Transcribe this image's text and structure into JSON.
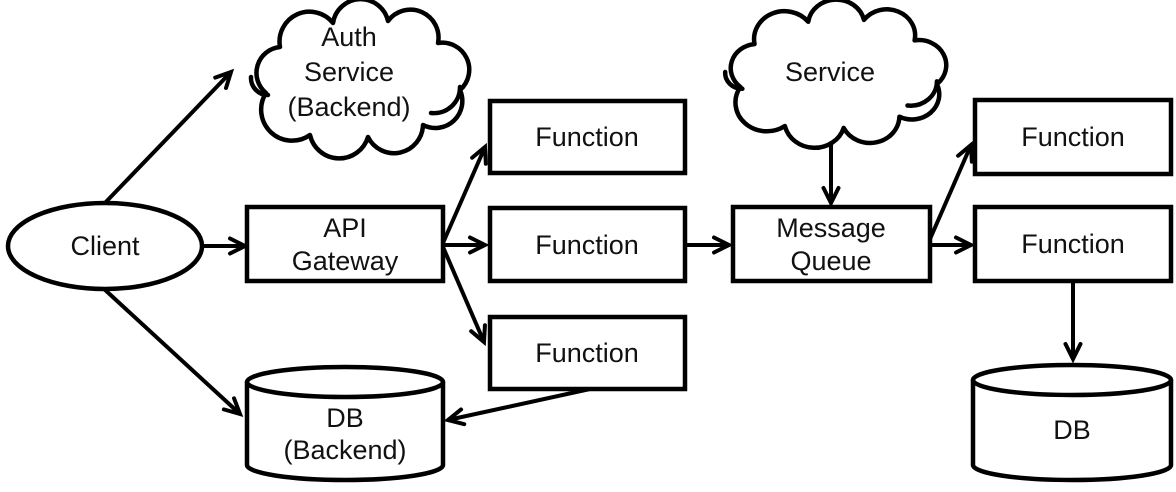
{
  "diagram": {
    "type": "architecture-flow-diagram",
    "nodes": {
      "client": {
        "shape": "ellipse",
        "label": "Client"
      },
      "auth_service": {
        "shape": "cloud",
        "lines": [
          "Auth",
          "Service",
          "(Backend)"
        ]
      },
      "api_gateway": {
        "shape": "rect",
        "lines": [
          "API",
          "Gateway"
        ]
      },
      "function_left_top": {
        "shape": "rect",
        "label": "Function"
      },
      "function_left_middle": {
        "shape": "rect",
        "label": "Function"
      },
      "function_left_bottom": {
        "shape": "rect",
        "label": "Function"
      },
      "service": {
        "shape": "cloud",
        "label": "Service"
      },
      "message_queue": {
        "shape": "rect",
        "lines": [
          "Message",
          "Queue"
        ]
      },
      "function_right_top": {
        "shape": "rect",
        "label": "Function"
      },
      "function_right_middle": {
        "shape": "rect",
        "label": "Function"
      },
      "db_backend": {
        "shape": "cylinder",
        "lines": [
          "DB",
          "(Backend)"
        ]
      },
      "db_right": {
        "shape": "cylinder",
        "label": "DB"
      }
    },
    "edges": [
      {
        "from": "client",
        "to": "auth_service"
      },
      {
        "from": "client",
        "to": "api_gateway"
      },
      {
        "from": "client",
        "to": "db_backend"
      },
      {
        "from": "api_gateway",
        "to": "function_left_top"
      },
      {
        "from": "api_gateway",
        "to": "function_left_middle"
      },
      {
        "from": "api_gateway",
        "to": "function_left_bottom"
      },
      {
        "from": "function_left_middle",
        "to": "message_queue"
      },
      {
        "from": "function_left_bottom",
        "to": "db_backend"
      },
      {
        "from": "service",
        "to": "message_queue"
      },
      {
        "from": "message_queue",
        "to": "function_right_top"
      },
      {
        "from": "message_queue",
        "to": "function_right_middle"
      },
      {
        "from": "function_right_middle",
        "to": "db_right"
      }
    ],
    "colors": {
      "background": "#ffffff",
      "shape_fill": "#ffffff",
      "stroke": "#000000",
      "text": "#111111"
    }
  }
}
